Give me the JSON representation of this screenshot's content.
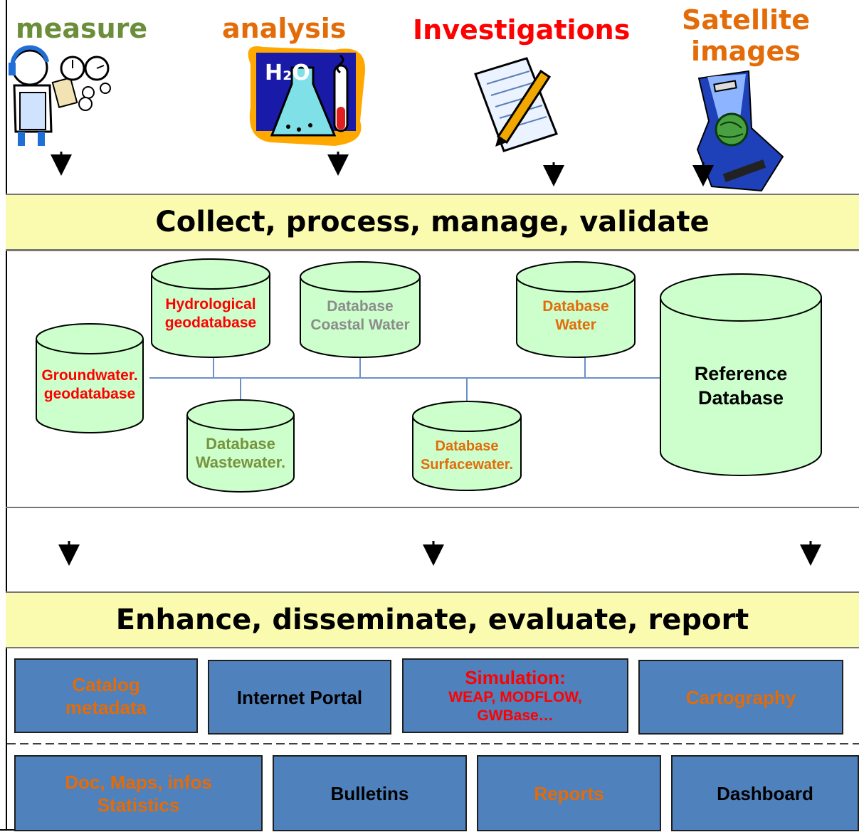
{
  "colors": {
    "green_text": "#6b8e3a",
    "orange_text": "#e36c09",
    "red_text": "#ff0000",
    "gray_text": "#8c8c8c",
    "band_fill": "#fbfbb0",
    "cylinder_fill": "#ccffcc",
    "box_fill": "#4f81bd"
  },
  "sources": [
    {
      "label": "measure",
      "icon": "technician-gauges-icon"
    },
    {
      "label": "analysis",
      "icon": "lab-flask-icon"
    },
    {
      "label": "Investigations",
      "icon": "notepad-pen-icon"
    },
    {
      "label": "Satellite images",
      "line1": "Satellite",
      "line2": "images",
      "icon": "satellite-globe-icon"
    }
  ],
  "bands": {
    "collect": "Collect, process, manage, validate",
    "enhance": "Enhance, disseminate, evaluate, report"
  },
  "databases": {
    "groundwater": {
      "line1": "Groundwater.",
      "line2": "geodatabase"
    },
    "hydrological": {
      "line1": "Hydrological",
      "line2": "geodatabase"
    },
    "wastewater": {
      "line1": "Database",
      "line2": "Wastewater."
    },
    "coastal": {
      "line1": "Database",
      "line2": "Coastal Water"
    },
    "surfacewater": {
      "line1": "Database",
      "line2": "Surfacewater."
    },
    "water": {
      "line1": "Database",
      "line2": "Water"
    },
    "reference": {
      "line1": "Reference",
      "line2": "Database"
    }
  },
  "outputs_row1": {
    "catalog": {
      "line1": "Catalog",
      "line2": "metadata"
    },
    "portal": "Internet Portal",
    "simulation": {
      "line1": "Simulation:",
      "line2": "WEAP, MODFLOW,",
      "line3": "GWBase…"
    },
    "cartography": "Cartography"
  },
  "outputs_row2": {
    "doc": {
      "line1": "Doc, Maps, infos",
      "line2": "Statistics"
    },
    "bulletins": "Bulletins",
    "reports": "Reports",
    "dashboard": "Dashboard"
  }
}
